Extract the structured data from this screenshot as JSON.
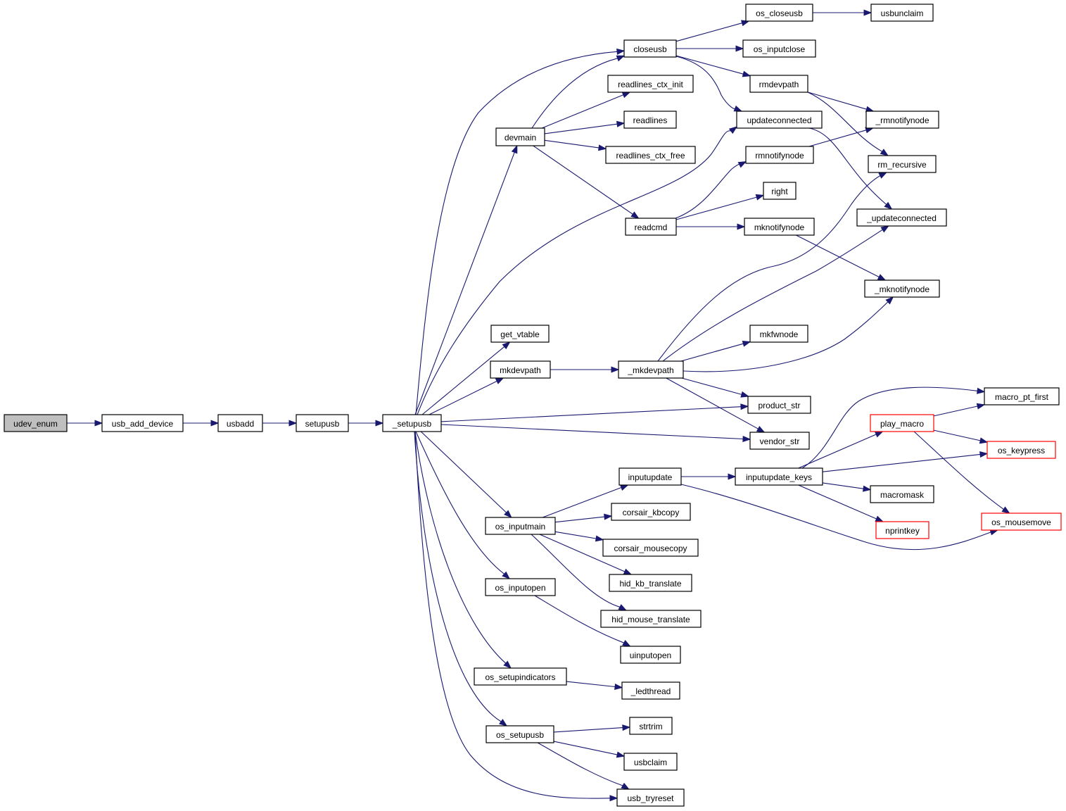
{
  "colors": {
    "edge": "#191970",
    "root_fill": "#bfbfbf",
    "node_border": "#000000",
    "truncated_node_border": "#ff0000"
  },
  "nodes": [
    {
      "id": "udev_enum",
      "label": "udev_enum",
      "style": "root"
    },
    {
      "id": "usb_add_device",
      "label": "usb_add_device"
    },
    {
      "id": "usbadd",
      "label": "usbadd"
    },
    {
      "id": "setupusb",
      "label": "setupusb"
    },
    {
      "id": "_setupusb",
      "label": "_setupusb"
    },
    {
      "id": "devmain",
      "label": "devmain"
    },
    {
      "id": "closeusb",
      "label": "closeusb"
    },
    {
      "id": "readlines_ctx_init",
      "label": "readlines_ctx_init"
    },
    {
      "id": "readlines",
      "label": "readlines"
    },
    {
      "id": "readlines_ctx_free",
      "label": "readlines_ctx_free"
    },
    {
      "id": "readcmd",
      "label": "readcmd"
    },
    {
      "id": "os_closeusb",
      "label": "os_closeusb"
    },
    {
      "id": "usbunclaim",
      "label": "usbunclaim"
    },
    {
      "id": "os_inputclose",
      "label": "os_inputclose"
    },
    {
      "id": "rmdevpath",
      "label": "rmdevpath"
    },
    {
      "id": "updateconnected",
      "label": "updateconnected"
    },
    {
      "id": "_rmnotifynode",
      "label": "_rmnotifynode"
    },
    {
      "id": "rm_recursive",
      "label": "rm_recursive"
    },
    {
      "id": "_updateconnected",
      "label": "_updateconnected"
    },
    {
      "id": "rmnotifynode",
      "label": "rmnotifynode"
    },
    {
      "id": "right",
      "label": "right"
    },
    {
      "id": "mknotifynode",
      "label": "mknotifynode"
    },
    {
      "id": "_mknotifynode",
      "label": "_mknotifynode"
    },
    {
      "id": "get_vtable",
      "label": "get_vtable"
    },
    {
      "id": "mkdevpath",
      "label": "mkdevpath"
    },
    {
      "id": "_mkdevpath",
      "label": "_mkdevpath"
    },
    {
      "id": "mkfwnode",
      "label": "mkfwnode"
    },
    {
      "id": "product_str",
      "label": "product_str"
    },
    {
      "id": "vendor_str",
      "label": "vendor_str"
    },
    {
      "id": "os_inputmain",
      "label": "os_inputmain"
    },
    {
      "id": "inputupdate",
      "label": "inputupdate"
    },
    {
      "id": "inputupdate_keys",
      "label": "inputupdate_keys"
    },
    {
      "id": "macro_pt_first",
      "label": "macro_pt_first"
    },
    {
      "id": "play_macro",
      "label": "play_macro",
      "style": "red"
    },
    {
      "id": "os_keypress",
      "label": "os_keypress",
      "style": "red"
    },
    {
      "id": "macromask",
      "label": "macromask"
    },
    {
      "id": "nprintkey",
      "label": "nprintkey",
      "style": "red"
    },
    {
      "id": "os_mousemove",
      "label": "os_mousemove",
      "style": "red"
    },
    {
      "id": "corsair_kbcopy",
      "label": "corsair_kbcopy"
    },
    {
      "id": "corsair_mousecopy",
      "label": "corsair_mousecopy"
    },
    {
      "id": "hid_kb_translate",
      "label": "hid_kb_translate"
    },
    {
      "id": "hid_mouse_translate",
      "label": "hid_mouse_translate"
    },
    {
      "id": "os_inputopen",
      "label": "os_inputopen"
    },
    {
      "id": "uinputopen",
      "label": "uinputopen"
    },
    {
      "id": "os_setupindicators",
      "label": "os_setupindicators"
    },
    {
      "id": "_ledthread",
      "label": "_ledthread"
    },
    {
      "id": "os_setupusb",
      "label": "os_setupusb"
    },
    {
      "id": "strtrim",
      "label": "strtrim"
    },
    {
      "id": "usbclaim",
      "label": "usbclaim"
    },
    {
      "id": "usb_tryreset",
      "label": "usb_tryreset"
    }
  ],
  "edges": [
    [
      "udev_enum",
      "usb_add_device"
    ],
    [
      "usb_add_device",
      "usbadd"
    ],
    [
      "usbadd",
      "setupusb"
    ],
    [
      "setupusb",
      "_setupusb"
    ],
    [
      "_setupusb",
      "closeusb"
    ],
    [
      "_setupusb",
      "devmain"
    ],
    [
      "_setupusb",
      "updateconnected"
    ],
    [
      "_setupusb",
      "get_vtable"
    ],
    [
      "_setupusb",
      "mkdevpath"
    ],
    [
      "_setupusb",
      "product_str"
    ],
    [
      "_setupusb",
      "vendor_str"
    ],
    [
      "_setupusb",
      "os_inputmain"
    ],
    [
      "_setupusb",
      "os_inputopen"
    ],
    [
      "_setupusb",
      "os_setupindicators"
    ],
    [
      "_setupusb",
      "os_setupusb"
    ],
    [
      "_setupusb",
      "usb_tryreset"
    ],
    [
      "devmain",
      "closeusb"
    ],
    [
      "devmain",
      "readlines_ctx_init"
    ],
    [
      "devmain",
      "readlines"
    ],
    [
      "devmain",
      "readlines_ctx_free"
    ],
    [
      "devmain",
      "readcmd"
    ],
    [
      "closeusb",
      "os_closeusb"
    ],
    [
      "closeusb",
      "os_inputclose"
    ],
    [
      "closeusb",
      "rmdevpath"
    ],
    [
      "closeusb",
      "updateconnected"
    ],
    [
      "os_closeusb",
      "usbunclaim"
    ],
    [
      "rmdevpath",
      "_rmnotifynode"
    ],
    [
      "rmdevpath",
      "rm_recursive"
    ],
    [
      "updateconnected",
      "_updateconnected"
    ],
    [
      "readcmd",
      "rmnotifynode"
    ],
    [
      "readcmd",
      "right"
    ],
    [
      "readcmd",
      "mknotifynode"
    ],
    [
      "rmnotifynode",
      "_rmnotifynode"
    ],
    [
      "mknotifynode",
      "_mknotifynode"
    ],
    [
      "mkdevpath",
      "_mkdevpath"
    ],
    [
      "_mkdevpath",
      "rm_recursive"
    ],
    [
      "_mkdevpath",
      "_updateconnected"
    ],
    [
      "_mkdevpath",
      "mkfwnode"
    ],
    [
      "_mkdevpath",
      "_mknotifynode"
    ],
    [
      "_mkdevpath",
      "product_str"
    ],
    [
      "_mkdevpath",
      "vendor_str"
    ],
    [
      "os_inputmain",
      "inputupdate"
    ],
    [
      "os_inputmain",
      "corsair_kbcopy"
    ],
    [
      "os_inputmain",
      "corsair_mousecopy"
    ],
    [
      "os_inputmain",
      "hid_kb_translate"
    ],
    [
      "os_inputmain",
      "hid_mouse_translate"
    ],
    [
      "inputupdate",
      "inputupdate_keys"
    ],
    [
      "inputupdate",
      "os_mousemove"
    ],
    [
      "inputupdate_keys",
      "macro_pt_first"
    ],
    [
      "inputupdate_keys",
      "play_macro"
    ],
    [
      "inputupdate_keys",
      "os_keypress"
    ],
    [
      "inputupdate_keys",
      "macromask"
    ],
    [
      "inputupdate_keys",
      "nprintkey"
    ],
    [
      "play_macro",
      "macro_pt_first"
    ],
    [
      "play_macro",
      "os_keypress"
    ],
    [
      "play_macro",
      "os_mousemove"
    ],
    [
      "os_inputopen",
      "uinputopen"
    ],
    [
      "os_setupindicators",
      "_ledthread"
    ],
    [
      "os_setupusb",
      "strtrim"
    ],
    [
      "os_setupusb",
      "usbclaim"
    ],
    [
      "os_setupusb",
      "usb_tryreset"
    ]
  ]
}
